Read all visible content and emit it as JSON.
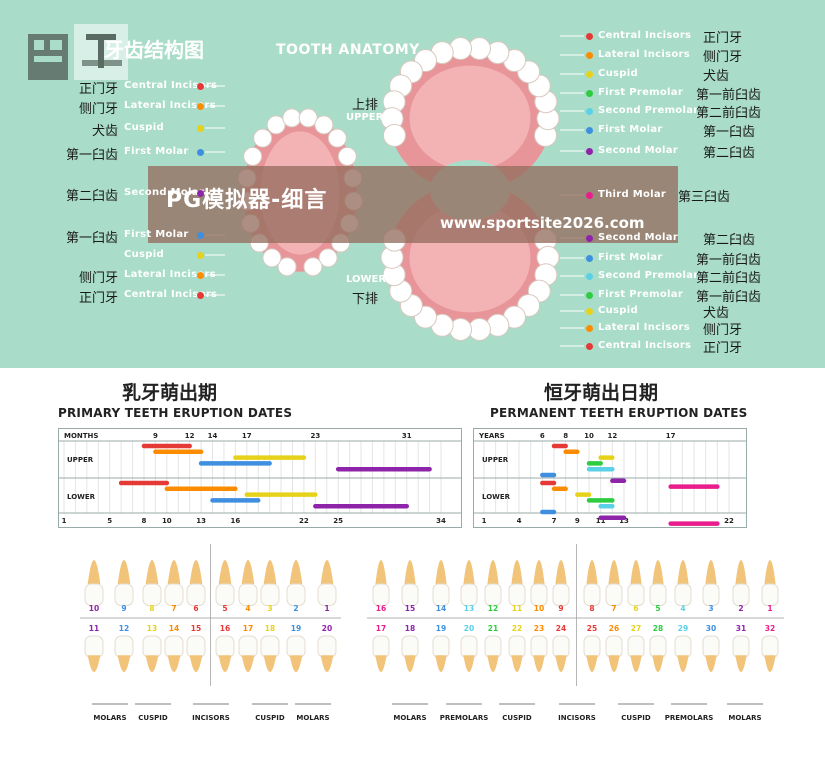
{
  "header": {
    "title_cn": "牙齿结构图",
    "title_en": "TOOTH ANATOMY",
    "upper_cn": "上排",
    "upper_en": "UPPER",
    "lower_en": "LOWER",
    "lower_cn": "下排"
  },
  "left_labels": [
    {
      "cn": "正门牙",
      "en": "Central Incisors",
      "color": "#e53935"
    },
    {
      "cn": "侧门牙",
      "en": "Lateral Incisors",
      "color": "#fb8c00"
    },
    {
      "cn": "犬齿",
      "en": "Cuspid",
      "color": "#e6d21a"
    },
    {
      "cn": "第一臼齿",
      "en": "First Molar",
      "color": "#3f8fe0"
    },
    {
      "cn": "第二臼齿",
      "en": "Second Molar",
      "color": "#8e24aa"
    },
    {
      "cn": "第一臼齿",
      "en": "First Molar",
      "color": "#3f8fe0"
    },
    {
      "cn": "",
      "en": "Cuspid",
      "color": "#e6d21a"
    },
    {
      "cn": "侧门牙",
      "en": "Lateral Incisors",
      "color": "#fb8c00"
    },
    {
      "cn": "正门牙",
      "en": "Central Incisors",
      "color": "#e53935"
    }
  ],
  "right_labels": [
    {
      "cn": "正门牙",
      "en": "Central Incisors",
      "color": "#e53935"
    },
    {
      "cn": "侧门牙",
      "en": "Lateral Incisors",
      "color": "#fb8c00"
    },
    {
      "cn": "犬齿",
      "en": "Cuspid",
      "color": "#e6d21a"
    },
    {
      "cn": "第一前臼齿",
      "en": "First Premolar",
      "color": "#2ecc40"
    },
    {
      "cn": "第二前臼齿",
      "en": "Second Premolar",
      "color": "#5ad1e6"
    },
    {
      "cn": "第一臼齿",
      "en": "First Molar",
      "color": "#3f8fe0"
    },
    {
      "cn": "第二臼齿",
      "en": "Second Molar",
      "color": "#8e24aa"
    },
    {
      "cn": "第三臼齿",
      "en": "Third Molar",
      "color": "#e91e8c"
    },
    {
      "cn": "第二臼齿",
      "en": "Second Molar",
      "color": "#8e24aa"
    },
    {
      "cn": "第一前臼齿",
      "en": "First Molar",
      "color": "#3f8fe0"
    },
    {
      "cn": "第二前臼齿",
      "en": "Second Premolar",
      "color": "#5ad1e6"
    },
    {
      "cn": "第一前臼齿",
      "en": "First Premolar",
      "color": "#2ecc40"
    },
    {
      "cn": "犬齿",
      "en": "Cuspid",
      "color": "#e6d21a"
    },
    {
      "cn": "侧门牙",
      "en": "Lateral Incisors",
      "color": "#fb8c00"
    },
    {
      "cn": "正门牙",
      "en": "Central Incisors",
      "color": "#e53935"
    }
  ],
  "overlay": {
    "title": "PG模拟器-细言",
    "url": "www.sportsite2026.com"
  },
  "primary": {
    "title_cn": "乳牙萌出期",
    "title_en": "PRIMARY TEETH ERUPTION DATES",
    "unit": "MONTHS",
    "upper_label": "UPPER",
    "lower_label": "LOWER",
    "top_ticks": [
      9,
      12,
      14,
      17,
      23,
      31
    ],
    "bottom_ticks": [
      1,
      5,
      8,
      10,
      13,
      16,
      22,
      25,
      34
    ],
    "upper_bars": [
      {
        "tooth": "Central Incisors",
        "start": 8,
        "end": 12,
        "color": "#e53935"
      },
      {
        "tooth": "Lateral Incisors",
        "start": 9,
        "end": 13,
        "color": "#fb8c00"
      },
      {
        "tooth": "Cuspid",
        "start": 16,
        "end": 22,
        "color": "#e6d21a"
      },
      {
        "tooth": "First Molar",
        "start": 13,
        "end": 19,
        "color": "#3f8fe0"
      },
      {
        "tooth": "Second Molar",
        "start": 25,
        "end": 33,
        "color": "#8e24aa"
      }
    ],
    "lower_bars": [
      {
        "tooth": "Central Incisors",
        "start": 6,
        "end": 10,
        "color": "#e53935"
      },
      {
        "tooth": "Lateral Incisors",
        "start": 10,
        "end": 16,
        "color": "#fb8c00"
      },
      {
        "tooth": "Cuspid",
        "start": 17,
        "end": 23,
        "color": "#e6d21a"
      },
      {
        "tooth": "First Molar",
        "start": 14,
        "end": 18,
        "color": "#3f8fe0"
      },
      {
        "tooth": "Second Molar",
        "start": 23,
        "end": 31,
        "color": "#8e24aa"
      }
    ]
  },
  "permanent": {
    "title_cn": "恒牙萌出日期",
    "title_en": "PERMANENT TEETH ERUPTION DATES",
    "unit": "YEARS",
    "upper_label": "UPPER",
    "lower_label": "LOWER",
    "top_ticks": [
      6,
      8,
      10,
      12,
      17
    ],
    "bottom_ticks": [
      1,
      4,
      7,
      9,
      11,
      13,
      22
    ],
    "upper_bars": [
      {
        "tooth": "Central Incisors",
        "start": 7,
        "end": 8,
        "color": "#e53935"
      },
      {
        "tooth": "Lateral Incisors",
        "start": 8,
        "end": 9,
        "color": "#fb8c00"
      },
      {
        "tooth": "Cuspid",
        "start": 11,
        "end": 12,
        "color": "#e6d21a"
      },
      {
        "tooth": "First Premolar",
        "start": 10,
        "end": 11,
        "color": "#2ecc40"
      },
      {
        "tooth": "Second Premolar",
        "start": 10,
        "end": 12,
        "color": "#5ad1e6"
      },
      {
        "tooth": "First Molar",
        "start": 6,
        "end": 7,
        "color": "#3f8fe0"
      },
      {
        "tooth": "Second Molar",
        "start": 12,
        "end": 13,
        "color": "#8e24aa"
      },
      {
        "tooth": "Third Molar",
        "start": 17,
        "end": 21,
        "color": "#e91e8c"
      }
    ],
    "lower_bars": [
      {
        "tooth": "Central Incisors",
        "start": 6,
        "end": 7,
        "color": "#e53935"
      },
      {
        "tooth": "Lateral Incisors",
        "start": 7,
        "end": 8,
        "color": "#fb8c00"
      },
      {
        "tooth": "Cuspid",
        "start": 9,
        "end": 10,
        "color": "#e6d21a"
      },
      {
        "tooth": "First Premolar",
        "start": 10,
        "end": 12,
        "color": "#2ecc40"
      },
      {
        "tooth": "Second Premolar",
        "start": 11,
        "end": 12,
        "color": "#5ad1e6"
      },
      {
        "tooth": "First Molar",
        "start": 6,
        "end": 7,
        "color": "#3f8fe0"
      },
      {
        "tooth": "Second Molar",
        "start": 11,
        "end": 13,
        "color": "#8e24aa"
      },
      {
        "tooth": "Third Molar",
        "start": 17,
        "end": 21,
        "color": "#e91e8c"
      }
    ]
  },
  "primary_teeth": {
    "upper_numbers": [
      "10",
      "9",
      "8",
      "7",
      "6",
      "5",
      "4",
      "3",
      "2",
      "1"
    ],
    "lower_numbers": [
      "11",
      "12",
      "13",
      "14",
      "15",
      "16",
      "17",
      "18",
      "19",
      "20"
    ],
    "number_colors": [
      "#8e24aa",
      "#3f8fe0",
      "#e6d21a",
      "#fb8c00",
      "#e53935",
      "#e53935",
      "#fb8c00",
      "#e6d21a",
      "#3f8fe0",
      "#8e24aa"
    ],
    "groups": [
      "MOLARS",
      "CUSPID",
      "INCISORS",
      "CUSPID",
      "MOLARS"
    ]
  },
  "permanent_teeth": {
    "upper_numbers": [
      "16",
      "15",
      "14",
      "13",
      "12",
      "11",
      "10",
      "9",
      "8",
      "7",
      "6",
      "5",
      "4",
      "3",
      "2",
      "1"
    ],
    "lower_numbers": [
      "17",
      "18",
      "19",
      "20",
      "21",
      "22",
      "23",
      "24",
      "25",
      "26",
      "27",
      "28",
      "29",
      "30",
      "31",
      "32"
    ],
    "number_colors": [
      "#e91e8c",
      "#8e24aa",
      "#3f8fe0",
      "#5ad1e6",
      "#2ecc40",
      "#e6d21a",
      "#fb8c00",
      "#e53935",
      "#e53935",
      "#fb8c00",
      "#e6d21a",
      "#2ecc40",
      "#5ad1e6",
      "#3f8fe0",
      "#8e24aa",
      "#e91e8c"
    ],
    "groups": [
      "MOLARS",
      "PREMOLARS",
      "CUSPID",
      "INCISORS",
      "CUSPID",
      "PREMOLARS",
      "MOLARS"
    ]
  }
}
